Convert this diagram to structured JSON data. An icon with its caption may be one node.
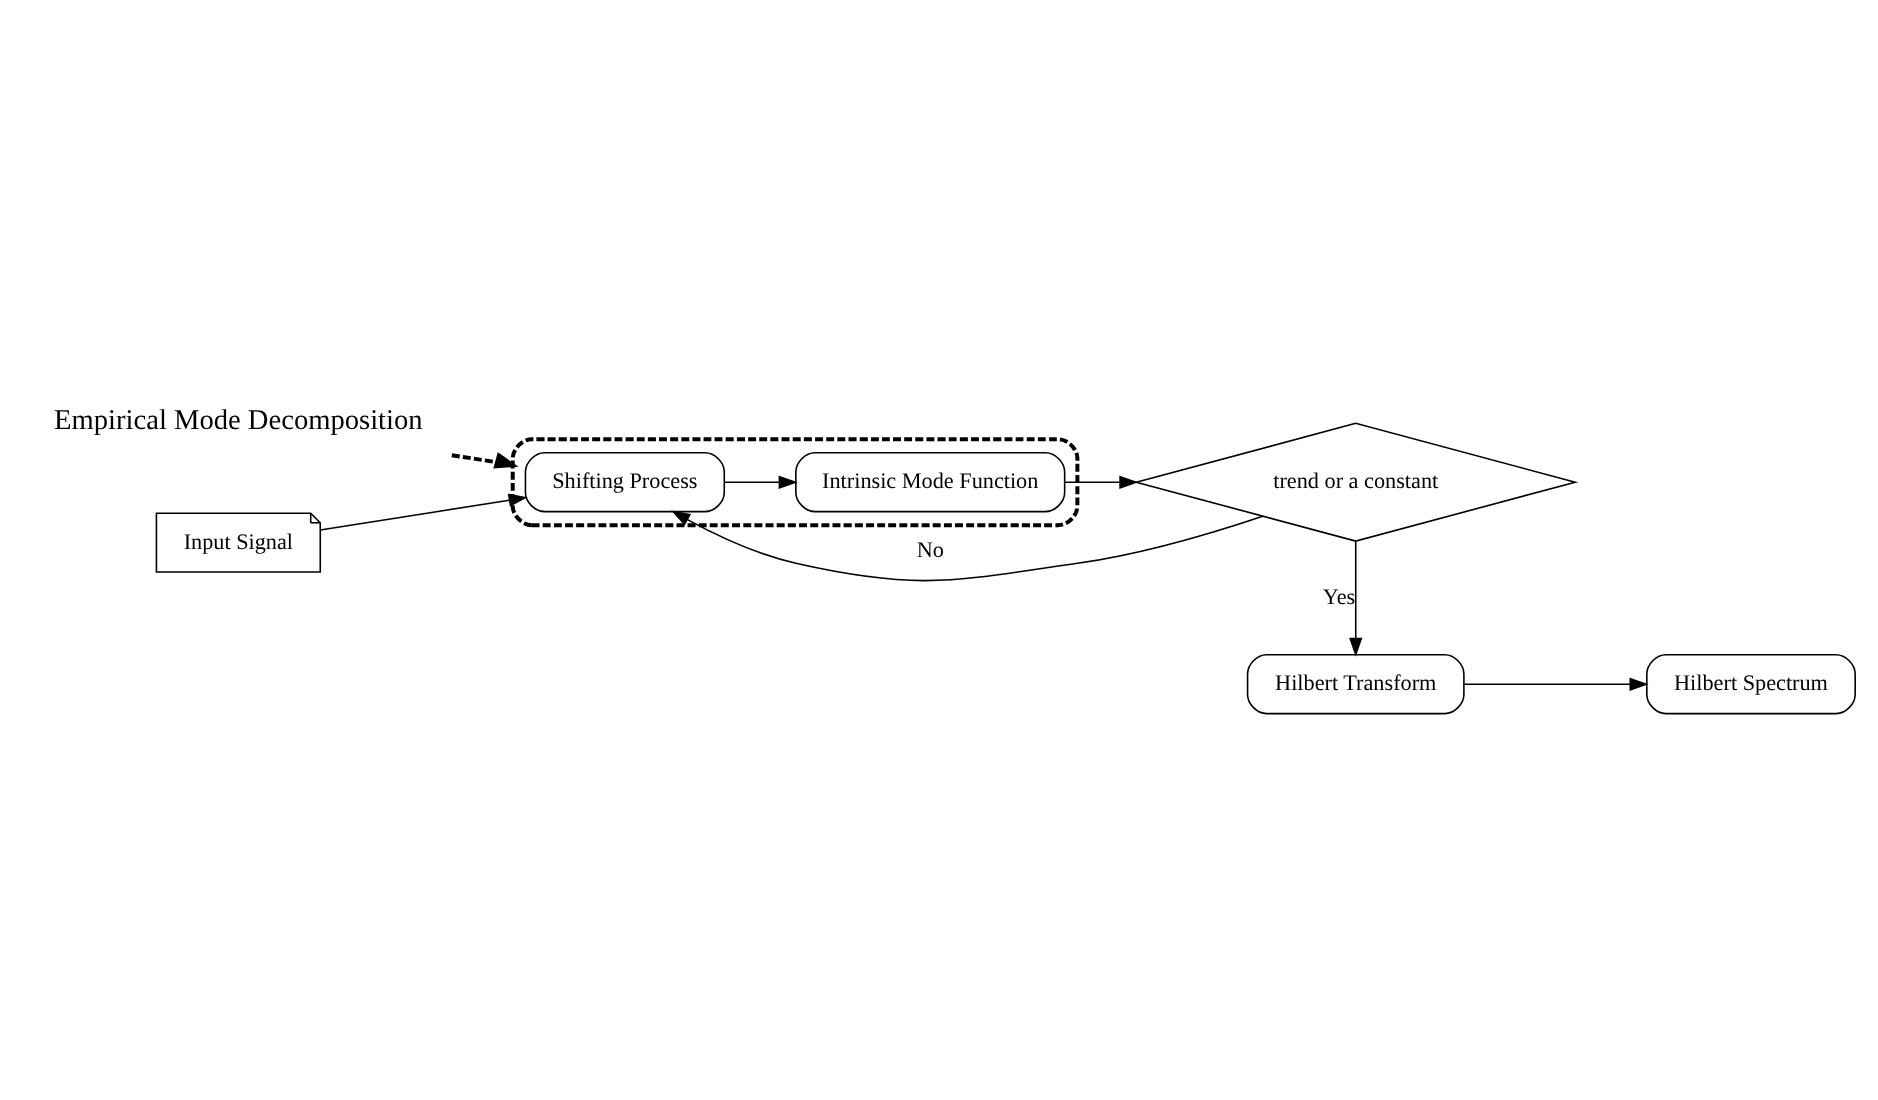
{
  "diagram": {
    "nodes": [
      {
        "text": [
          "Empirical Mode Decomposition"
        ]
      },
      {
        "text": [],
        "shape": "ellipse"
      },
      {
        "text": [
          "Input Signal"
        ]
      },
      {
        "text": [
          "Shifting Process"
        ],
        "in": 1
      },
      {
        "text": [
          "Intrinsic Mode Function"
        ],
        "in": 1
      },
      {
        "text": [
          "trend or a constant"
        ]
      },
      {
        "text": [
          "Hilbert Transform"
        ]
      },
      {
        "text": [
          "Hilbert Spectrum"
        ]
      }
    ],
    "edges": [
      {
        "from": 0,
        "to": 1,
        "arrow": "to",
        "style": "dashed"
      },
      {
        "from": 2,
        "to": 3,
        "arrow": "to"
      },
      {
        "from": 3,
        "to": 4,
        "arrow": "to"
      },
      {
        "from": 4,
        "to": 5,
        "arrow": "to"
      },
      {
        "from": 5,
        "to": 3,
        "arrow": "to",
        "label": "No"
      },
      {
        "from": 5,
        "to": 6,
        "arrow": "to",
        "label": "Yes"
      },
      {
        "from": 6,
        "to": 7,
        "arrow": "to"
      }
    ]
  }
}
